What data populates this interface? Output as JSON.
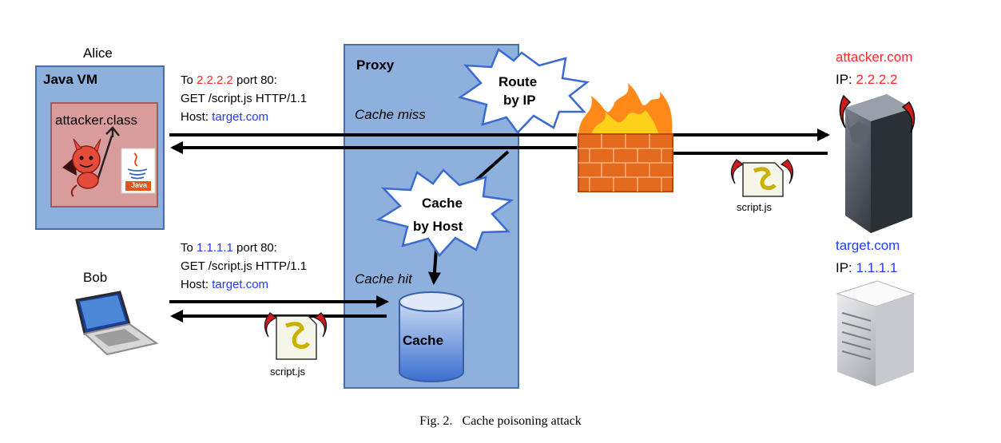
{
  "alice": {
    "label": "Alice",
    "vm_label": "Java VM",
    "class_label": "attacker.class",
    "java_text": "Java"
  },
  "bob": {
    "label": "Bob"
  },
  "proxy": {
    "label": "Proxy",
    "cache_miss": "Cache miss",
    "cache_hit": "Cache hit",
    "route_burst": [
      "Route",
      "by IP"
    ],
    "cache_burst": [
      "Cache",
      "by Host"
    ],
    "cache_label": "Cache"
  },
  "request_alice": {
    "line1_prefix": "To ",
    "ip": "2.2.2.2",
    "line1_suffix": " port 80:",
    "line2": "GET /script.js HTTP/1.1",
    "host_prefix": "Host: ",
    "host": "target.com"
  },
  "request_bob": {
    "line1_prefix": "To ",
    "ip": "1.1.1.1",
    "line1_suffix": " port 80:",
    "line2": "GET /script.js HTTP/1.1",
    "host_prefix": "Host: ",
    "host": "target.com"
  },
  "attacker_server": {
    "name": "attacker.com",
    "ip_prefix": "IP: ",
    "ip": "2.2.2.2"
  },
  "target_server": {
    "name": "target.com",
    "ip_prefix": "IP: ",
    "ip": "1.1.1.1"
  },
  "scripts": {
    "top_label": "script.js",
    "bottom_label": "script.js"
  },
  "caption": "Fig. 2.   Cache poisoning attack",
  "colors": {
    "box_blue": "#8eb0dd",
    "attacker_red": "#ff2a2a",
    "target_blue": "#1f3cff",
    "class_pink": "#d99c9c"
  }
}
